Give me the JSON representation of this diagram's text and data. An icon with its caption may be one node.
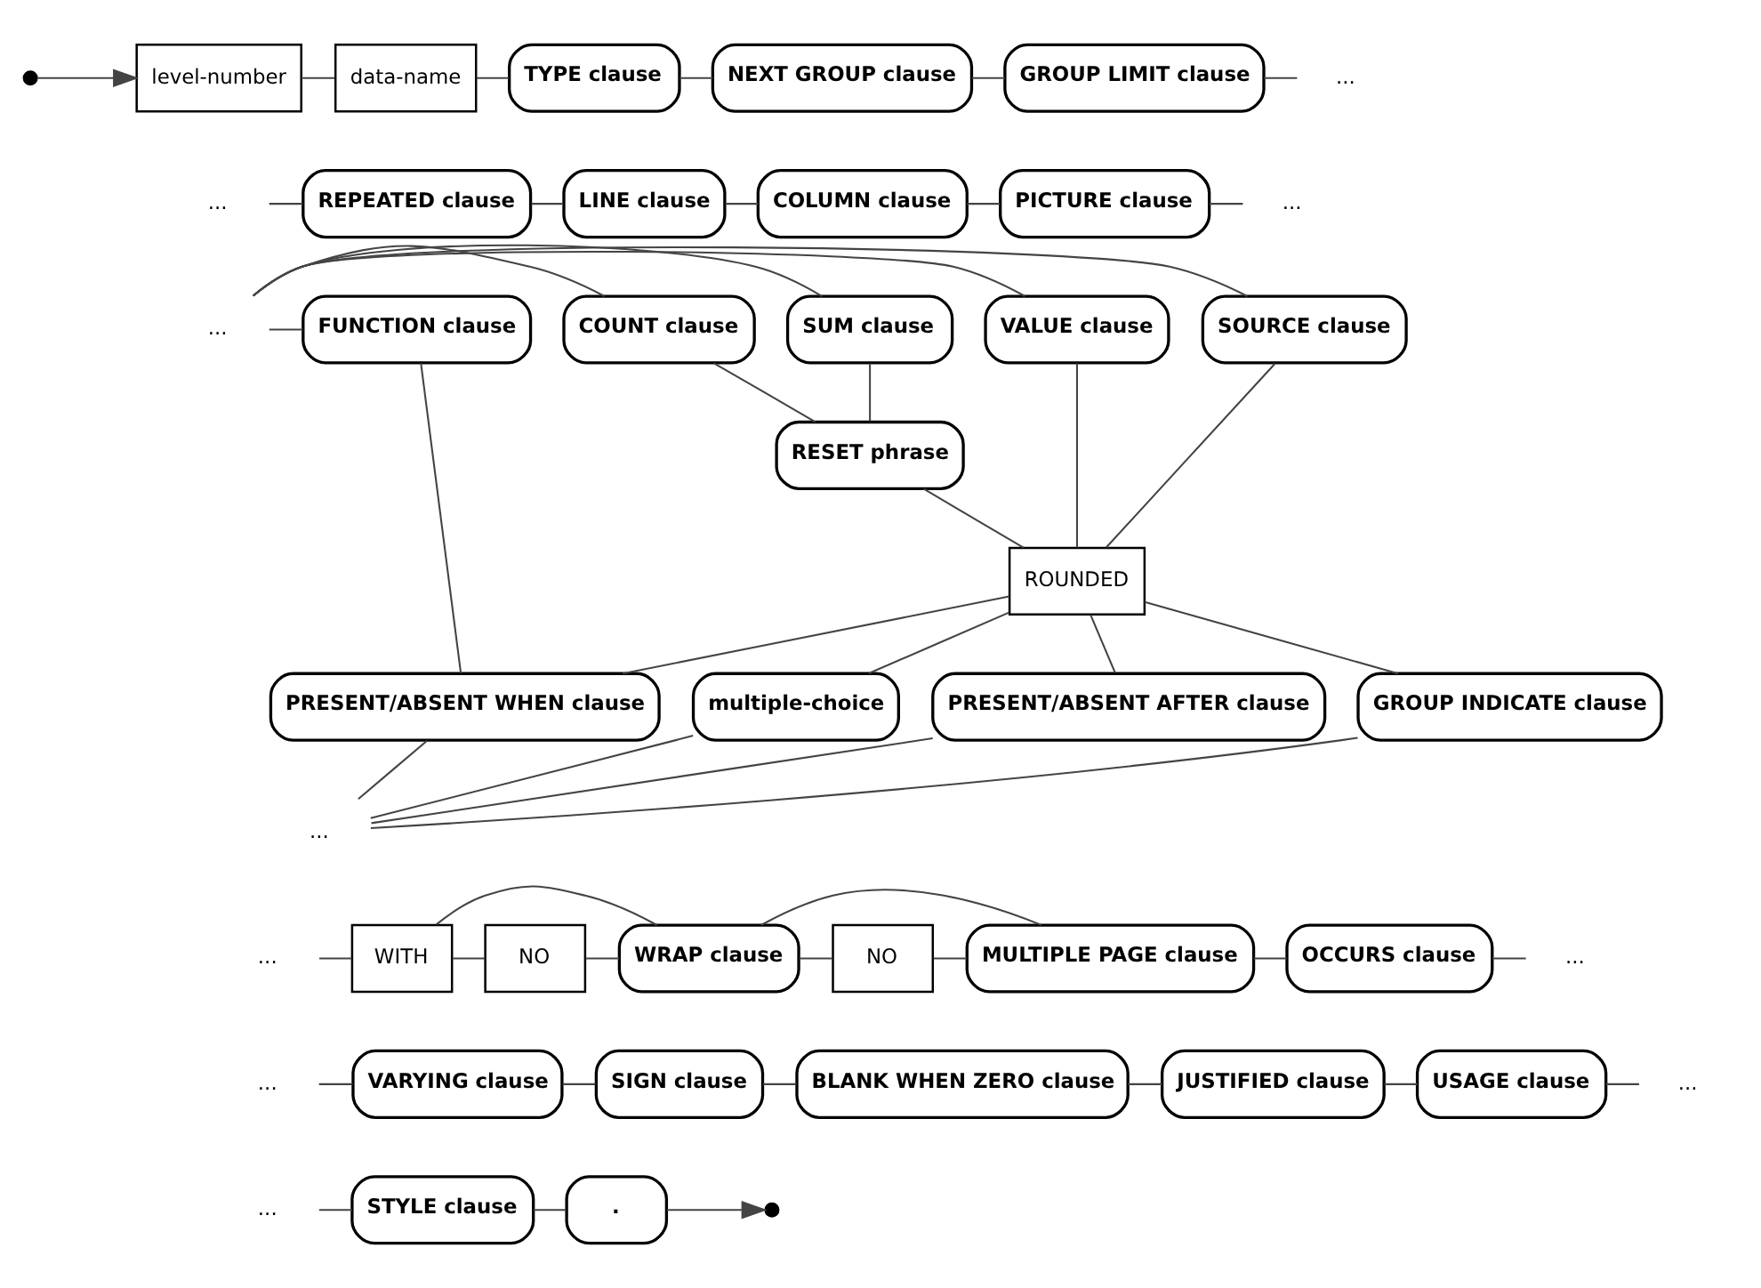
{
  "diagram": {
    "nodes": [
      {
        "text": [
          "level-number"
        ]
      },
      {
        "text": [
          "data-name"
        ]
      },
      {
        "text": [
          "TYPE clause"
        ]
      },
      {
        "text": [
          "NEXT GROUP clause"
        ]
      },
      {
        "text": [
          "GROUP LIMIT clause"
        ]
      },
      {
        "text": [
          "..."
        ]
      },
      {
        "text": [
          "..."
        ]
      },
      {
        "text": [
          "REPEATED clause"
        ]
      },
      {
        "text": [
          "LINE clause"
        ]
      },
      {
        "text": [
          "COLUMN clause"
        ]
      },
      {
        "text": [
          "PICTURE clause"
        ]
      },
      {
        "text": [
          "..."
        ]
      },
      {
        "text": [
          "..."
        ]
      },
      {
        "text": [
          "SOURCE clause"
        ]
      },
      {
        "text": [
          "VALUE clause"
        ]
      },
      {
        "text": [
          "SUM clause"
        ]
      },
      {
        "text": [
          "COUNT clause"
        ]
      },
      {
        "text": [
          "RESET phrase"
        ]
      },
      {
        "text": [
          "FUNCTION clause"
        ]
      },
      {
        "text": [
          "ROUNDED"
        ]
      },
      {
        "text": [
          "PRESENT/ABSENT WHEN clause"
        ]
      },
      {
        "text": [
          "PRESENT/ABSENT AFTER clause"
        ]
      },
      {
        "text": [
          "GROUP INDICATE clause"
        ]
      },
      {
        "text": [
          "multiple-choice"
        ]
      },
      {
        "text": [
          "..."
        ]
      },
      {
        "text": [
          "..."
        ]
      },
      {
        "text": [
          "WITH"
        ]
      },
      {
        "text": [
          "NO"
        ]
      },
      {
        "text": [
          "WRAP clause"
        ]
      },
      {
        "text": [
          "NO"
        ]
      },
      {
        "text": [
          "MULTIPLE PAGE clause"
        ]
      },
      {
        "text": [
          "OCCURS clause"
        ]
      },
      {
        "text": [
          "..."
        ]
      },
      {
        "text": [
          "..."
        ]
      },
      {
        "text": [
          "VARYING clause"
        ]
      },
      {
        "text": [
          "SIGN clause"
        ]
      },
      {
        "text": [
          "BLANK WHEN ZERO clause"
        ]
      },
      {
        "text": [
          "JUSTIFIED clause"
        ]
      },
      {
        "text": [
          "USAGE clause"
        ]
      },
      {
        "text": [
          "..."
        ]
      },
      {
        "text": [
          "..."
        ]
      },
      {
        "text": [
          "STYLE clause"
        ]
      },
      {
        "text": [
          "."
        ]
      }
    ],
    "edges": [
      {
        "from": null,
        "to": 0,
        "arrow": "to"
      },
      {
        "from": 0,
        "to": 1,
        "arrow": "none"
      },
      {
        "from": 1,
        "to": 2,
        "arrow": "none"
      },
      {
        "from": 2,
        "to": 3,
        "arrow": "none"
      },
      {
        "from": 3,
        "to": 4,
        "arrow": "none"
      },
      {
        "from": 4,
        "to": 5,
        "arrow": "none"
      },
      {
        "from": 6,
        "to": 7,
        "arrow": "none"
      },
      {
        "from": 7,
        "to": 8,
        "arrow": "none"
      },
      {
        "from": 8,
        "to": 9,
        "arrow": "none"
      },
      {
        "from": 9,
        "to": 10,
        "arrow": "none"
      },
      {
        "from": 10,
        "to": 11,
        "arrow": "none"
      },
      {
        "from": 12,
        "to": 13,
        "arrow": "none"
      },
      {
        "from": 12,
        "to": 14,
        "arrow": "none"
      },
      {
        "from": 12,
        "to": 15,
        "arrow": "none"
      },
      {
        "from": 12,
        "to": 16,
        "arrow": "none"
      },
      {
        "from": 12,
        "to": 18,
        "arrow": "none"
      },
      {
        "from": 15,
        "to": 17,
        "arrow": "none"
      },
      {
        "from": 16,
        "to": 17,
        "arrow": "none"
      },
      {
        "from": 13,
        "to": 19,
        "arrow": "none"
      },
      {
        "from": 14,
        "to": 19,
        "arrow": "none"
      },
      {
        "from": 17,
        "to": 19,
        "arrow": "none"
      },
      {
        "from": 18,
        "to": 20,
        "arrow": "none"
      },
      {
        "from": 19,
        "to": 20,
        "arrow": "none"
      },
      {
        "from": 19,
        "to": 21,
        "arrow": "none"
      },
      {
        "from": 19,
        "to": 22,
        "arrow": "none"
      },
      {
        "from": 19,
        "to": 23,
        "arrow": "none"
      },
      {
        "from": 20,
        "to": 24,
        "arrow": "none"
      },
      {
        "from": 21,
        "to": 24,
        "arrow": "none"
      },
      {
        "from": 22,
        "to": 24,
        "arrow": "none"
      },
      {
        "from": 23,
        "to": 24,
        "arrow": "none"
      },
      {
        "from": 25,
        "to": 26,
        "arrow": "none"
      },
      {
        "from": 26,
        "to": 27,
        "arrow": "none"
      },
      {
        "from": 26,
        "to": 28,
        "arrow": "none"
      },
      {
        "from": 27,
        "to": 28,
        "arrow": "none"
      },
      {
        "from": 28,
        "to": 29,
        "arrow": "none"
      },
      {
        "from": 28,
        "to": 30,
        "arrow": "none"
      },
      {
        "from": 29,
        "to": 30,
        "arrow": "none"
      },
      {
        "from": 30,
        "to": 31,
        "arrow": "none"
      },
      {
        "from": 31,
        "to": 32,
        "arrow": "none"
      },
      {
        "from": 33,
        "to": 34,
        "arrow": "none"
      },
      {
        "from": 34,
        "to": 35,
        "arrow": "none"
      },
      {
        "from": 35,
        "to": 36,
        "arrow": "none"
      },
      {
        "from": 36,
        "to": 37,
        "arrow": "none"
      },
      {
        "from": 37,
        "to": 38,
        "arrow": "none"
      },
      {
        "from": 38,
        "to": 39,
        "arrow": "none"
      },
      {
        "from": 40,
        "to": 41,
        "arrow": "none"
      },
      {
        "from": 41,
        "to": 42,
        "arrow": "none"
      },
      {
        "from": 42,
        "to": null,
        "arrow": "to"
      }
    ]
  }
}
